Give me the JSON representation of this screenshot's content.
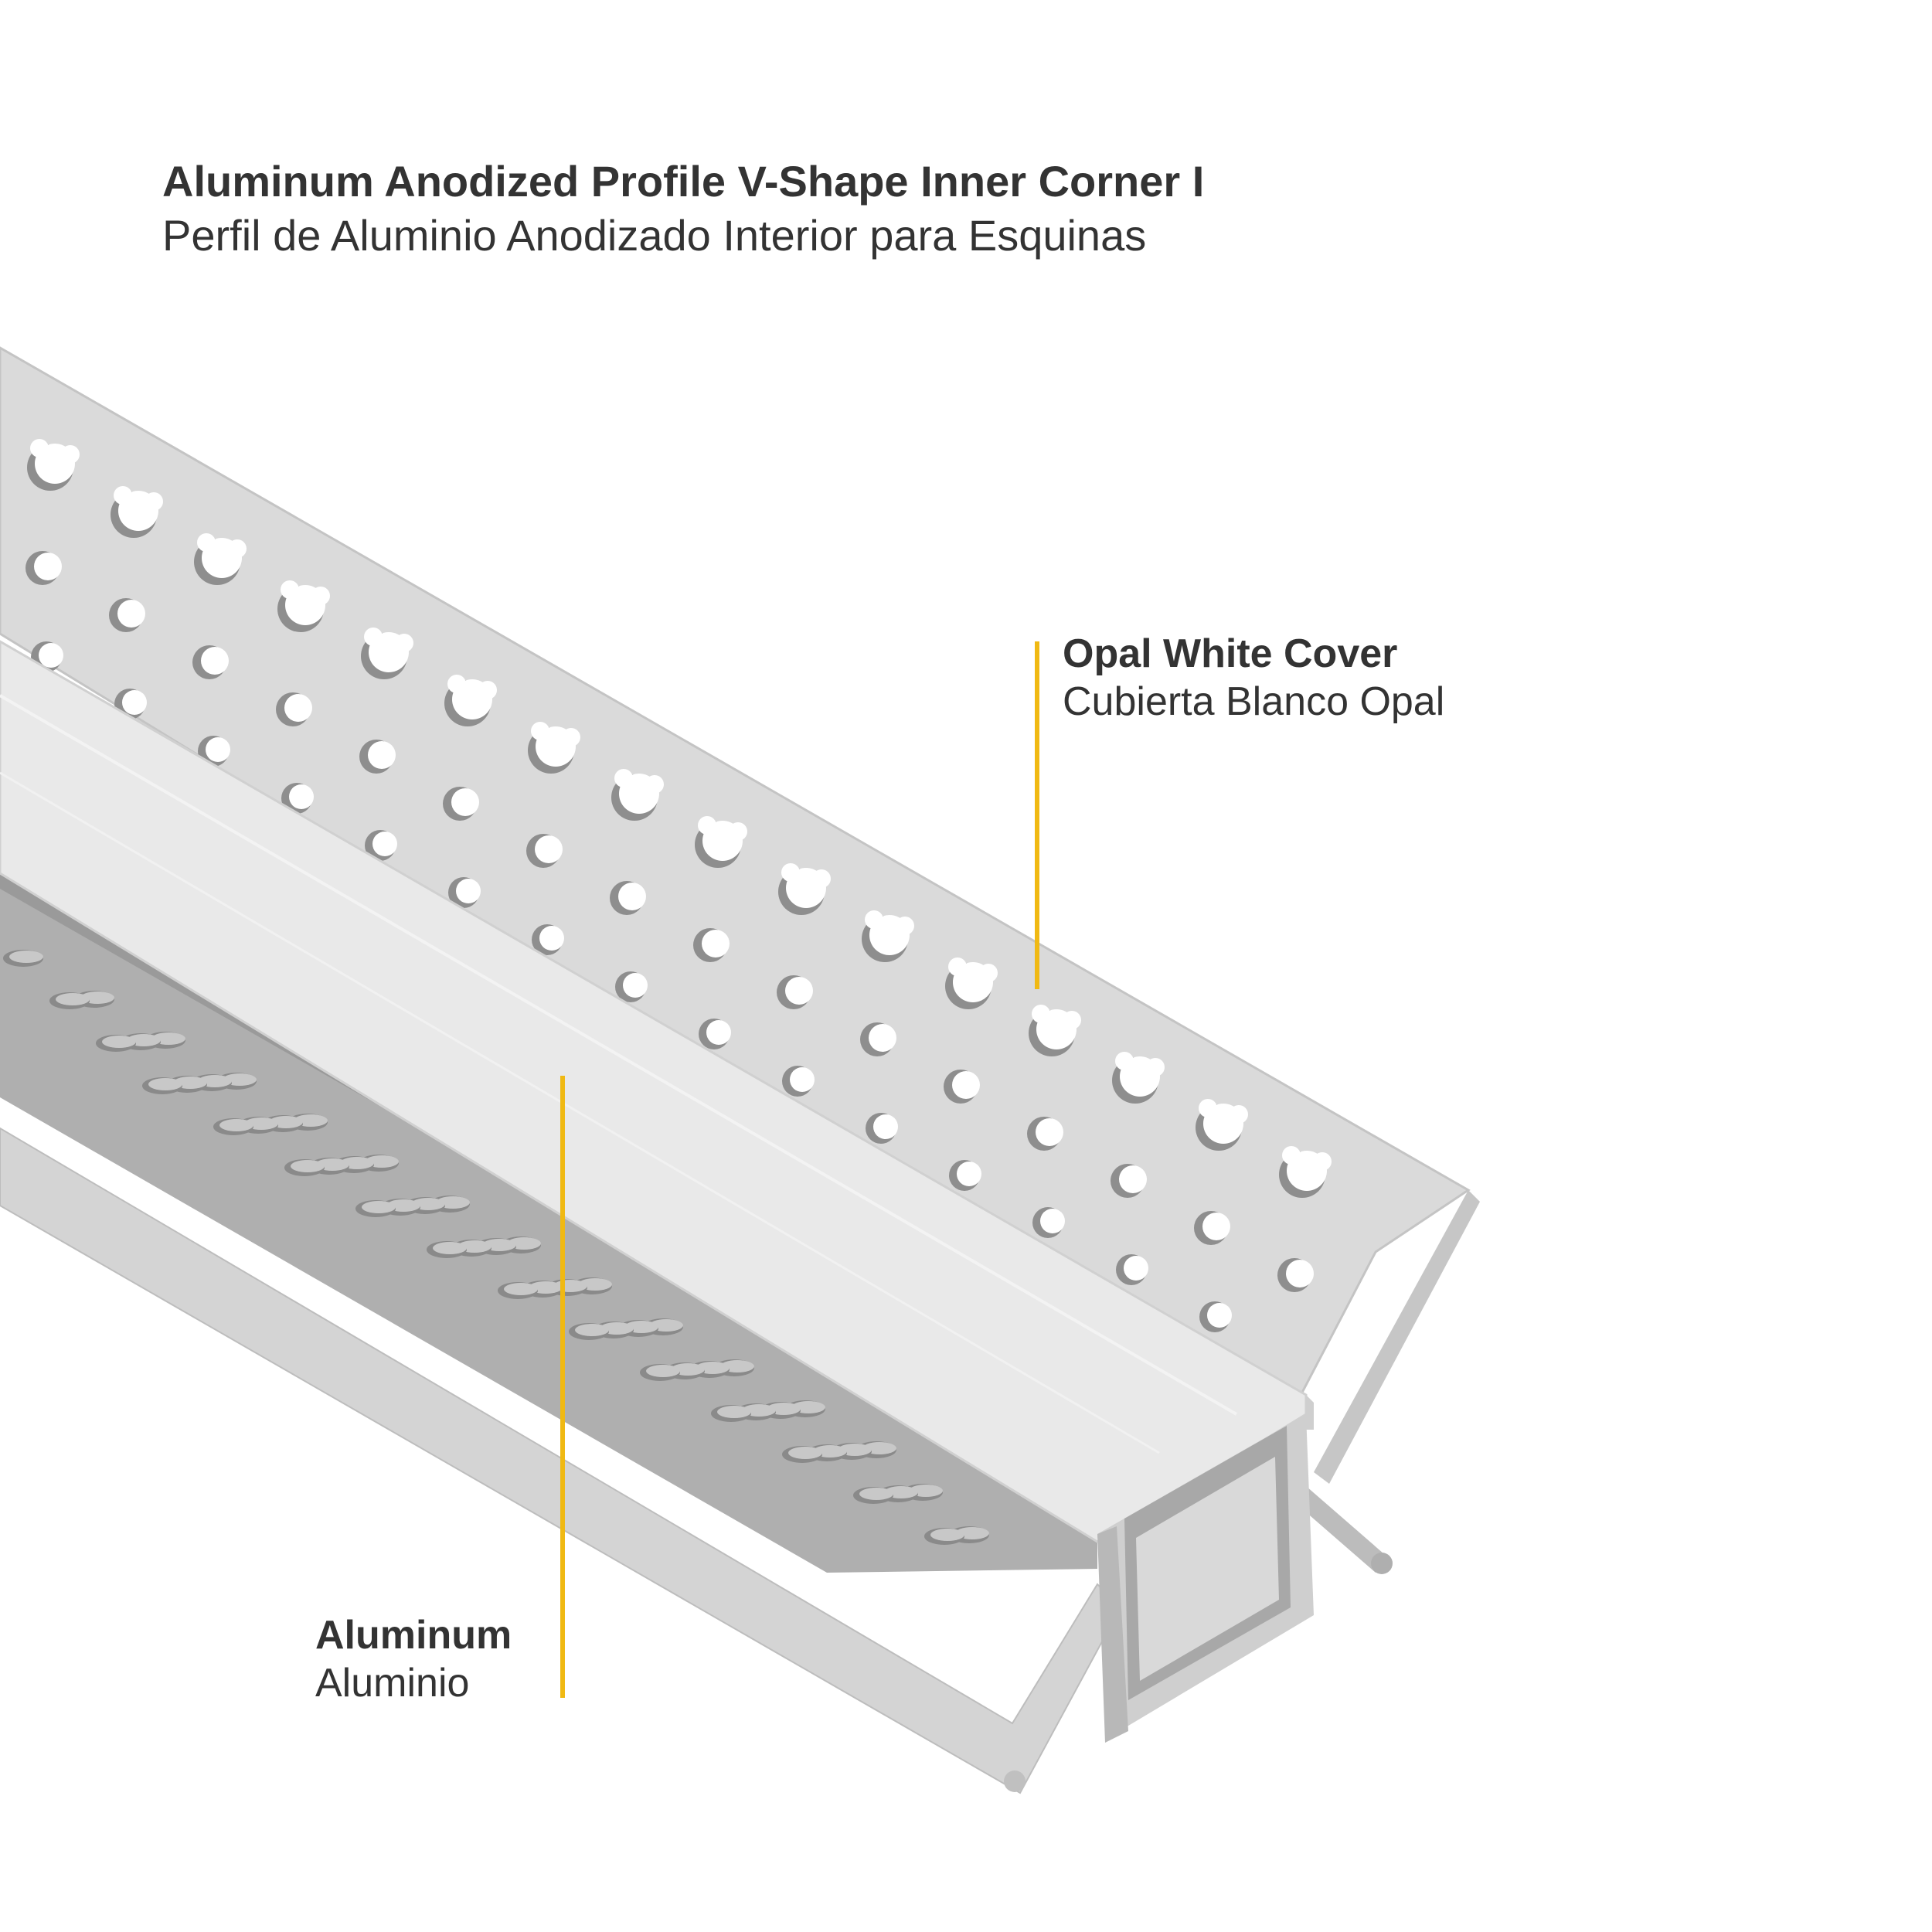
{
  "title": {
    "line1": "Aluminum Anodized Profile V-Shape Inner Corner I",
    "line2": "Perfil de Aluminio Anodizado Interior para Esquinas"
  },
  "callouts": {
    "cover": {
      "label_en": "Opal White Cover",
      "label_es": "Cubierta Blanco Opal"
    },
    "aluminum": {
      "label_en": "Aluminum",
      "label_es": "Aluminio"
    }
  },
  "colors": {
    "leader": "#F0B913",
    "text": "#333333",
    "aluminum_light": "#D7D7D7",
    "aluminum_mid": "#BDBDBD",
    "aluminum_dark": "#9C9C9C",
    "cover": "#E8E8E8"
  }
}
